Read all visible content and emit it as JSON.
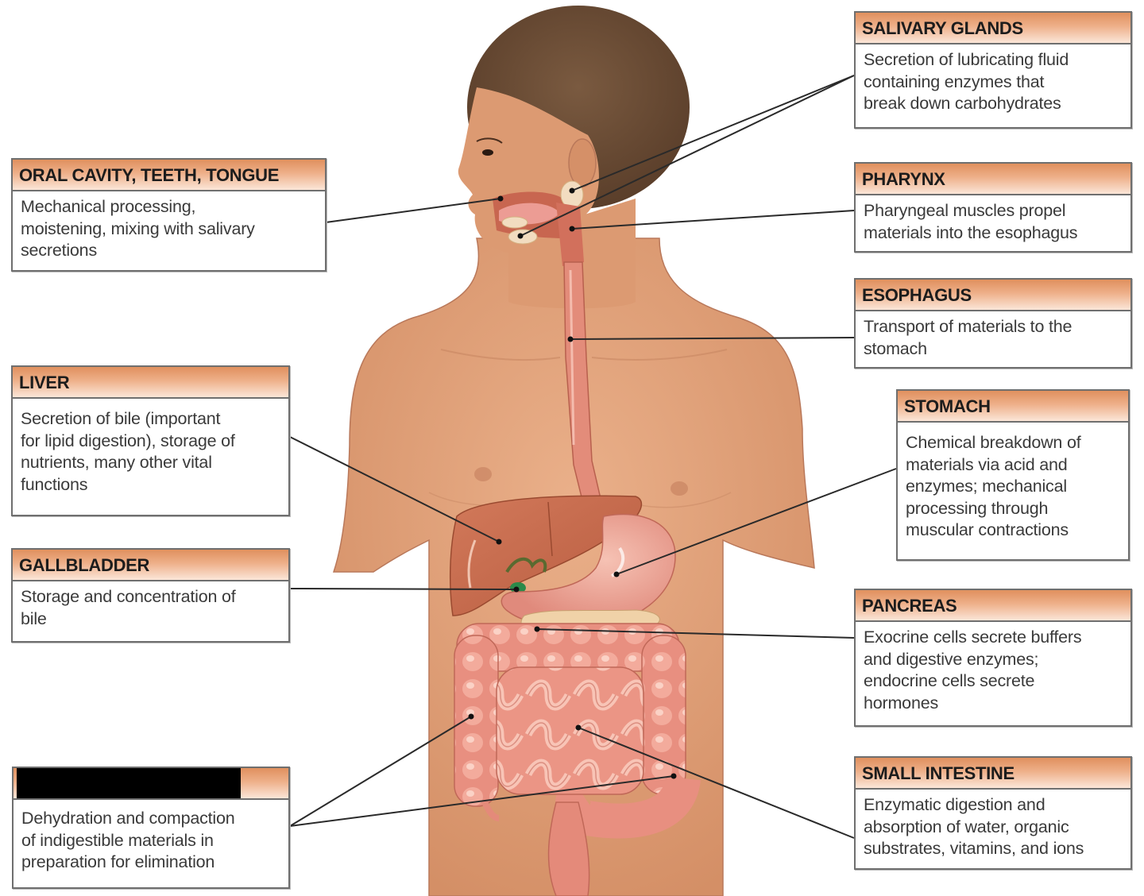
{
  "diagram": {
    "type": "anatomy-labeled-illustration",
    "subject": "Human digestive system, anterior view",
    "colors": {
      "header_gradient_top": "#e0905e",
      "header_gradient_bottom": "#fbe6d8",
      "box_border": "#6f6f6f",
      "skin": "#e2a27a",
      "organ_pink": "#e8867a",
      "liver": "#c8684a",
      "hair": "#6a4a32"
    },
    "labels": {
      "salivary": {
        "title": "SALIVARY GLANDS",
        "lines": [
          "Secretion of lubricating fluid",
          "containing enzymes that",
          "break down carbohydrates"
        ]
      },
      "oral": {
        "title": "ORAL CAVITY, TEETH, TONGUE",
        "lines": [
          "Mechanical processing,",
          "moistening, mixing with salivary",
          "secretions"
        ]
      },
      "pharynx": {
        "title": "PHARYNX",
        "lines": [
          "Pharyngeal muscles propel",
          "materials into the esophagus"
        ]
      },
      "esophagus": {
        "title": "ESOPHAGUS",
        "lines": [
          "Transport of materials to the",
          "stomach"
        ]
      },
      "liver": {
        "title": "LIVER",
        "lines": [
          "Secretion of bile (important",
          "for lipid digestion), storage of",
          "nutrients, many other vital",
          "functions"
        ]
      },
      "stomach": {
        "title": "STOMACH",
        "lines": [
          "Chemical breakdown of",
          "materials via acid and",
          "enzymes; mechanical",
          "processing through",
          "muscular contractions"
        ]
      },
      "gallbladder": {
        "title": "GALLBLADDER",
        "lines": [
          "Storage and concentration of",
          "bile"
        ]
      },
      "pancreas": {
        "title": "PANCREAS",
        "lines": [
          "Exocrine cells secrete buffers",
          "and digestive enzymes;",
          "endocrine cells secrete",
          "hormones"
        ]
      },
      "large_intestine": {
        "title": "",
        "title_redacted": true,
        "lines": [
          "Dehydration and compaction",
          "of indigestible materials in",
          "preparation for elimination"
        ]
      },
      "small_intestine": {
        "title": "SMALL INTESTINE",
        "lines": [
          "Enzymatic digestion and",
          "absorption of water, organic",
          "substrates, vitamins, and ions"
        ]
      }
    }
  }
}
